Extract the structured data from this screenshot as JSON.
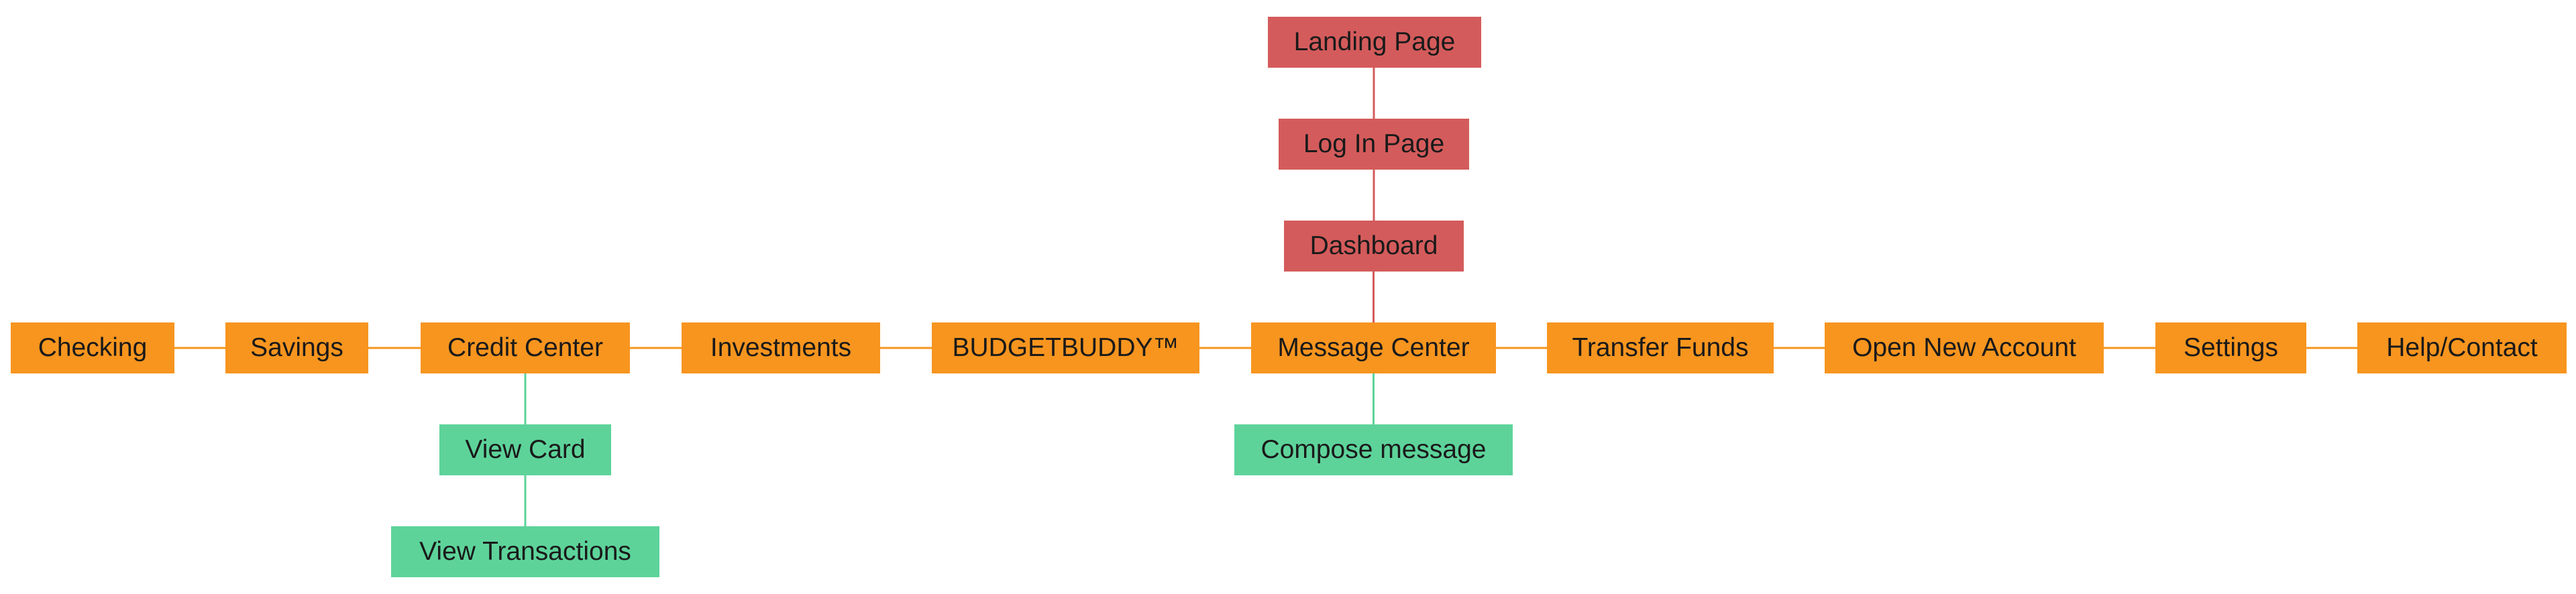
{
  "colors": {
    "root": "#d45b5b",
    "section": "#f7951f",
    "child": "#5dd39a",
    "root_line": "#d45b5b",
    "section_line": "#f7951f",
    "child_line": "#5dd39a",
    "text": "#1a1a1a"
  },
  "nodes": [
    {
      "id": "landing-page",
      "label": "Landing Page",
      "tier": "root"
    },
    {
      "id": "log-in-page",
      "label": "Log In Page",
      "tier": "root"
    },
    {
      "id": "dashboard",
      "label": "Dashboard",
      "tier": "root"
    },
    {
      "id": "checking",
      "label": "Checking",
      "tier": "section"
    },
    {
      "id": "savings",
      "label": "Savings",
      "tier": "section"
    },
    {
      "id": "credit-center",
      "label": "Credit Center",
      "tier": "section"
    },
    {
      "id": "investments",
      "label": "Investments",
      "tier": "section"
    },
    {
      "id": "budgetbuddy",
      "label": "BUDGETBUDDY™",
      "tier": "section"
    },
    {
      "id": "message-center",
      "label": "Message Center",
      "tier": "section"
    },
    {
      "id": "transfer-funds",
      "label": "Transfer Funds",
      "tier": "section"
    },
    {
      "id": "open-new-account",
      "label": "Open New Account",
      "tier": "section"
    },
    {
      "id": "settings",
      "label": "Settings",
      "tier": "section"
    },
    {
      "id": "help-contact",
      "label": "Help/Contact",
      "tier": "section"
    },
    {
      "id": "view-card",
      "label": "View Card",
      "tier": "child"
    },
    {
      "id": "view-transactions",
      "label": "View Transactions",
      "tier": "child"
    },
    {
      "id": "compose-message",
      "label": "Compose message",
      "tier": "child"
    }
  ],
  "edges": [
    {
      "from": "landing-page",
      "to": "log-in-page",
      "tier": "root"
    },
    {
      "from": "log-in-page",
      "to": "dashboard",
      "tier": "root"
    },
    {
      "from": "dashboard",
      "to": "message-center",
      "tier": "root"
    },
    {
      "from": "checking",
      "to": "savings",
      "tier": "section"
    },
    {
      "from": "savings",
      "to": "credit-center",
      "tier": "section"
    },
    {
      "from": "credit-center",
      "to": "investments",
      "tier": "section"
    },
    {
      "from": "investments",
      "to": "budgetbuddy",
      "tier": "section"
    },
    {
      "from": "budgetbuddy",
      "to": "message-center",
      "tier": "section"
    },
    {
      "from": "message-center",
      "to": "transfer-funds",
      "tier": "section"
    },
    {
      "from": "transfer-funds",
      "to": "open-new-account",
      "tier": "section"
    },
    {
      "from": "open-new-account",
      "to": "settings",
      "tier": "section"
    },
    {
      "from": "settings",
      "to": "help-contact",
      "tier": "section"
    },
    {
      "from": "credit-center",
      "to": "view-card",
      "tier": "child"
    },
    {
      "from": "view-card",
      "to": "view-transactions",
      "tier": "child"
    },
    {
      "from": "message-center",
      "to": "compose-message",
      "tier": "child"
    }
  ]
}
